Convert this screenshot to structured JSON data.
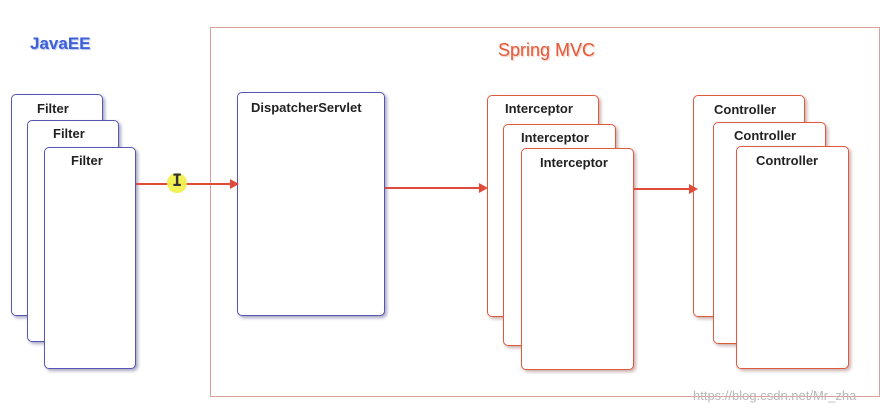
{
  "labels": {
    "javaee": "JavaEE",
    "spring_mvc": "Spring MVC",
    "filters": [
      "Filter",
      "Filter",
      "Filter"
    ],
    "dispatcher": "DispatcherServlet",
    "interceptors": [
      "Interceptor",
      "Interceptor",
      "Interceptor"
    ],
    "controllers": [
      "Controller",
      "Controller",
      "Controller"
    ]
  },
  "cursor": {
    "glyph": "I"
  },
  "watermark": "https://blog.csdn.net/Mr_zha",
  "colors": {
    "javaee_text": "#3d5fd8",
    "spring_text": "#e35a3a",
    "filter_border": "#5657b4",
    "stack_border": "#de5a3f",
    "arrow": "#e04a38",
    "cursor_highlight": "#f1f04e"
  }
}
